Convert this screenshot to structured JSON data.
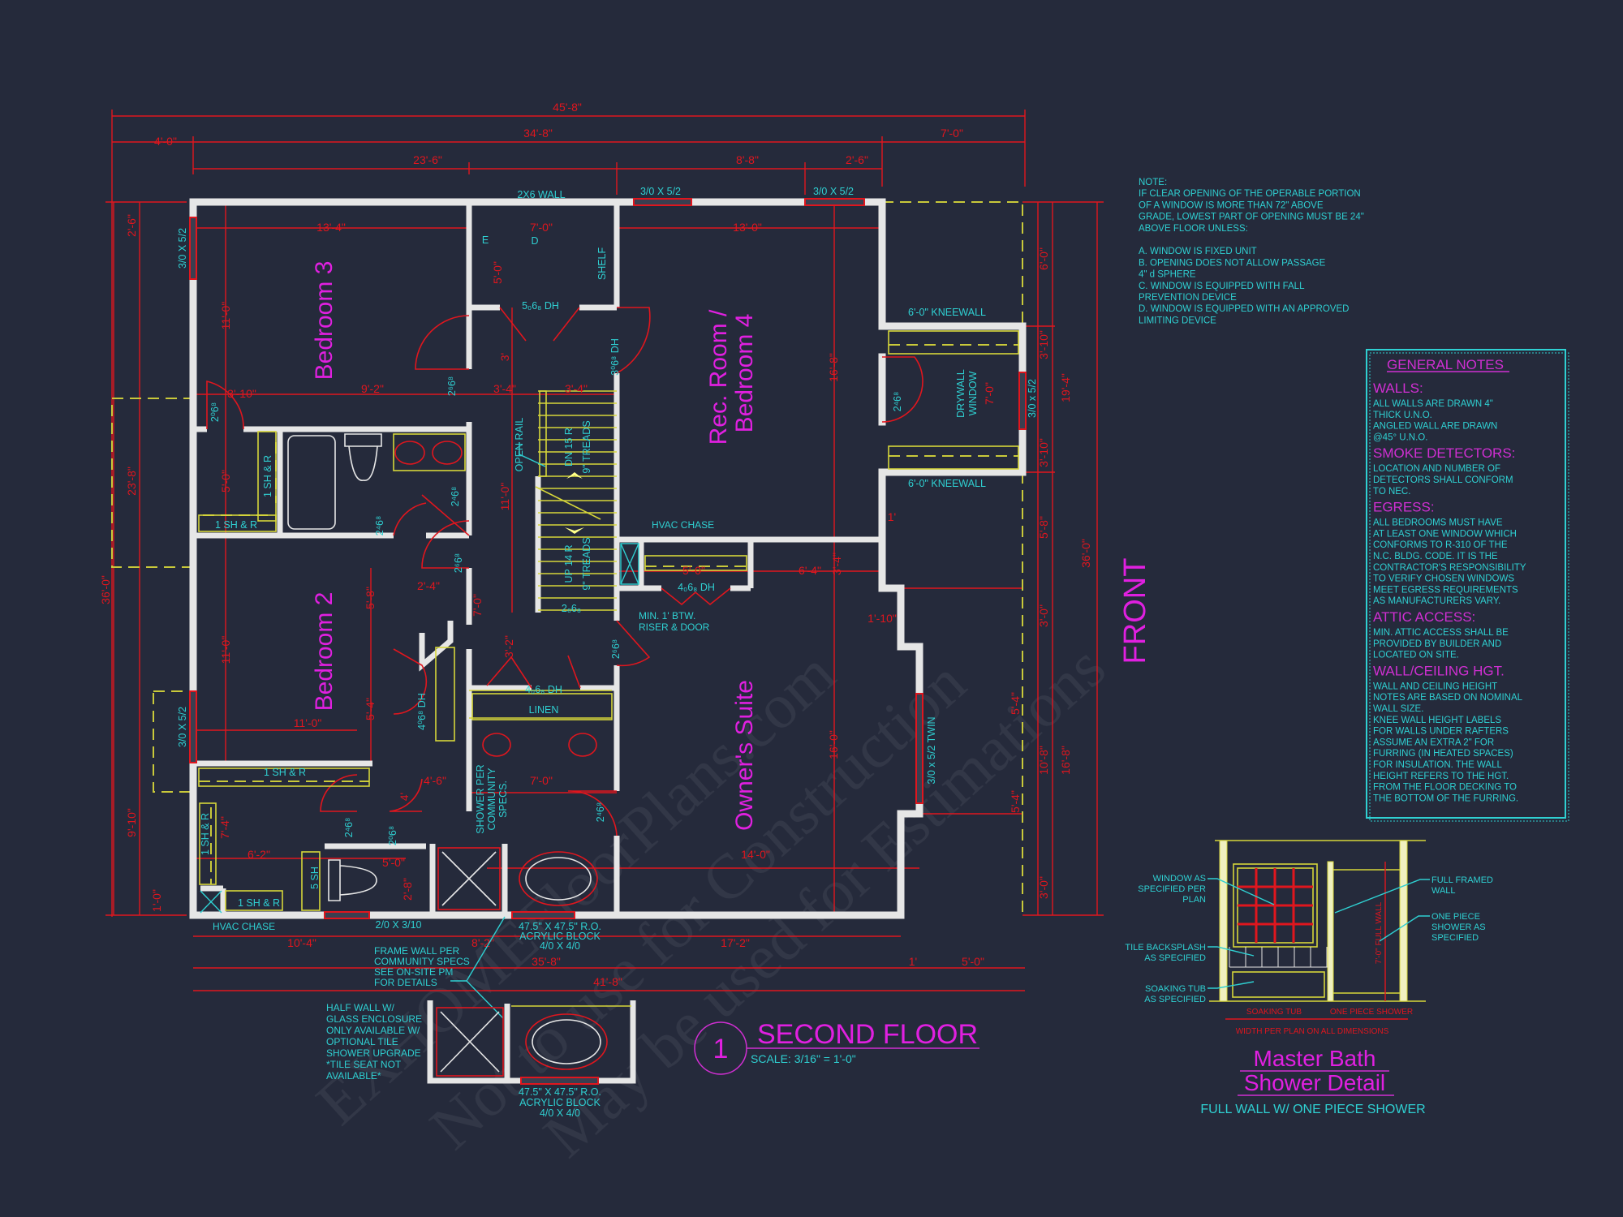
{
  "colors": {
    "background": "#252a3b",
    "dimension": "#e0161e",
    "annotation": "#2fd0d2",
    "title": "#e020e0",
    "walls": "#e6e6e6",
    "hidden_lines": "#c9c93a"
  },
  "watermark": [
    "EXHOMEFloorPlans.com",
    "Not to use for Construction",
    "May be used for Estimations"
  ],
  "rooms": {
    "bedroom3": "Bedroom 3",
    "rec_room_1": "Rec. Room /",
    "rec_room_2": "Bedroom 4",
    "bedroom2": "Bedroom 2",
    "owners_suite": "Owner's Suite",
    "front": "FRONT"
  },
  "title": {
    "number": "1",
    "name": "SECOND FLOOR",
    "scale": "SCALE: 3/16\" = 1'-0\""
  },
  "plan": {
    "dims": [
      "45'-8\"",
      "34'-8\"",
      "7'-0\"",
      "4'-0\"",
      "23'-6\"",
      "8'-8\"",
      "2'-6\"",
      "13'-4\"",
      "13'-0\"",
      "7'-0\"",
      "5'-0\"",
      "3'-4\"",
      "3'-4\"",
      "3'",
      "9'-2\"",
      "3'-10\"",
      "11'-0\"",
      "11'-0\"",
      "11'-0\"",
      "5'-0\"",
      "2'-4\"",
      "5'-0\"",
      "6'-4\"",
      "3'-4\"",
      "16'-8\"",
      "16'-0\"",
      "14'-0\"",
      "7'-0\"",
      "4'-6\"",
      "1'-10\"",
      "1'",
      "5'-4\"",
      "5'-8\"",
      "7'-0\"",
      "3'-2\"",
      "11'-0\"",
      "6'-2\"",
      "7'-4\"",
      "5'-0\"",
      "2'-8\"",
      "4'",
      "2'-6\"",
      "23'-8\"",
      "36'-0\"",
      "9'-10\"",
      "1'-0\"",
      "6'-0\"",
      "3'-10\"",
      "3'-10\"",
      "19'-4\"",
      "5'-8\"",
      "36'-0\"",
      "3'-0\"",
      "5'-4\"",
      "10'-8\"",
      "16'-8\"",
      "5'-4\"",
      "3'-0\"",
      "10'-4\"",
      "8'-2\"",
      "17'-2\"",
      "35'-8\"",
      "1'",
      "5'-0\"",
      "41'-8\"",
      "7'-0\""
    ],
    "labels": [
      "2X6 WALL",
      "3/0 X 5/2",
      "3/0 X 5/2",
      "E",
      "D",
      "SHELF",
      "5₀6₈ DH",
      "3⁰6⁸ DH",
      "2⁶6⁸",
      "2⁰6⁸",
      "OPEN RAIL",
      "DN 15 R",
      "9\" TREADS",
      "UP 14 R",
      "9\" TREADS",
      "1 SH & R",
      "1 SH & R",
      "2⁴6⁸",
      "2⁴6⁸",
      "2⁶6⁸",
      "HVAC CHASE",
      "4₀6₈ DH",
      "2₆6₈",
      "MIN. 1' BTW.",
      "RISER & DOOR",
      "2⁶6⁸",
      "6'-0\" KNEEWALL",
      "6'-0\" KNEEWALL",
      "2⁴6⁸",
      "DRYWALL",
      "WINDOW",
      "3/0 x 5/2",
      "3/0 x 5/2 TWIN",
      "4⁰6⁸ DH",
      "4₀6₈ DH",
      "LINEN",
      "SHOWER PER",
      "COMMUNITY",
      "SPECS.",
      "2⁴6⁸",
      "1 SH & R",
      "1 SH & R",
      "1 SH & R",
      "5 SH",
      "2⁴6⁸",
      "2⁰6⁸",
      "HVAC CHASE",
      "2/0 X 3/10",
      "3/0 X 5/2",
      "3/0 X 5/2"
    ],
    "acrylic_block": [
      "47.5\" X 47.5\" R.O.",
      "ACRYLIC BLOCK",
      "4/0 X 4/0"
    ],
    "frame_wall_note": [
      "FRAME WALL PER",
      "COMMUNITY SPECS",
      "SEE ON-SITE PM",
      "FOR DETAILS"
    ],
    "half_wall_note": [
      "HALF WALL W/",
      "GLASS ENCLOSURE",
      "ONLY AVAILABLE W/",
      "OPTIONAL TILE",
      "SHOWER UPGRADE",
      "*TILE SEAT NOT",
      "AVAILABLE*"
    ]
  },
  "window_note": {
    "lines": [
      "NOTE:",
      "IF CLEAR OPENING OF THE OPERABLE PORTION",
      "OF A WINDOW IS MORE THAN 72\" ABOVE",
      "GRADE, LOWEST PART OF OPENING MUST BE 24\"",
      "ABOVE FLOOR UNLESS:",
      "",
      "A.  WINDOW IS FIXED UNIT",
      "B.  OPENING DOES NOT ALLOW PASSAGE",
      "      4\" d SPHERE",
      "C.  WINDOW IS EQUIPPED WITH FALL",
      "      PREVENTION DEVICE",
      "D.  WINDOW IS EQUIPPED WITH AN APPROVED",
      "      LIMITING DEVICE"
    ]
  },
  "general_notes": {
    "title": "GENERAL NOTES",
    "sections": [
      {
        "heading": "WALLS:",
        "lines": [
          "ALL WALLS ARE DRAWN 4\"",
          "THICK U.N.O.",
          "ANGLED WALL ARE DRAWN",
          "@45° U.N.O."
        ]
      },
      {
        "heading": "SMOKE DETECTORS:",
        "lines": [
          "LOCATION AND NUMBER OF",
          "DETECTORS SHALL CONFORM",
          "TO NEC."
        ]
      },
      {
        "heading": "EGRESS:",
        "lines": [
          "ALL BEDROOMS MUST HAVE",
          "AT LEAST ONE WINDOW WHICH",
          "CONFORMS TO R-310 OF THE",
          "N.C. BLDG. CODE. IT IS THE",
          "CONTRACTOR'S RESPONSIBILITY",
          "TO VERIFY CHOSEN WINDOWS",
          "MEET EGRESS REQUIREMENTS",
          "AS MANUFACTURERS VARY."
        ]
      },
      {
        "heading": "ATTIC ACCESS:",
        "lines": [
          "MIN. ATTIC ACCESS SHALL BE",
          "PROVIDED BY BUILDER AND",
          "LOCATED ON SITE."
        ]
      },
      {
        "heading": "WALL/CEILING HGT.",
        "lines": [
          "WALL AND CEILING HEIGHT",
          "NOTES ARE BASED ON NOMINAL",
          "WALL SIZE.",
          "KNEE WALL HEIGHT LABELS",
          "FOR WALLS UNDER RAFTERS",
          "ASSUME AN EXTRA 2\" FOR",
          "FURRING (IN HEATED SPACES)",
          "FOR INSULATION. THE WALL",
          "HEIGHT REFERS TO THE HGT.",
          "FROM THE FLOOR DECKING TO",
          "THE BOTTOM OF THE FURRING."
        ]
      }
    ]
  },
  "shower_detail": {
    "title_1": "Master Bath",
    "title_2": "Shower Detail",
    "subtitle": "FULL WALL W/ ONE PIECE SHOWER",
    "callouts": {
      "window": [
        "WINDOW AS",
        "SPECIFIED PER",
        "PLAN"
      ],
      "tile": [
        "TILE BACKSPLASH",
        "AS SPECIFIED"
      ],
      "tub": [
        "SOAKING TUB",
        "AS SPECIFIED"
      ],
      "wall": [
        "FULL FRAMED",
        "WALL"
      ],
      "shower": [
        "ONE PIECE",
        "SHOWER AS",
        "SPECIFIED"
      ]
    },
    "dims": {
      "tub": "SOAKING TUB",
      "shower": "ONE PIECE SHOWER",
      "note": "WIDTH PER PLAN ON ALL DIMENSIONS",
      "height": "7'-0\" FULL WALL"
    }
  }
}
